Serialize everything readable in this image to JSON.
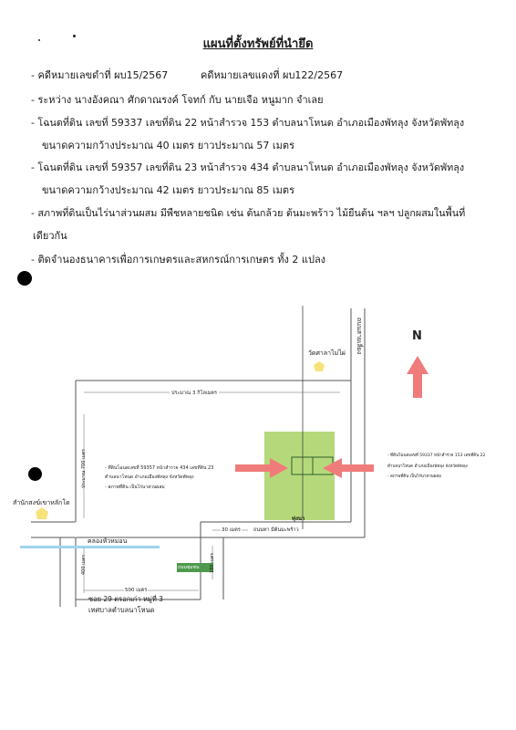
{
  "document": {
    "title": "แผนที่ตั้งทรัพย์ที่นำยึด",
    "case_black": "- คดีหมายเลขดำที่ ผบ15/2567",
    "case_red": "คดีหมายเลขแดงที่ ผบ122/2567",
    "parties": "- ระหว่าง นางอังคณา ศักดาณรงค์ โจทก์ กับ นายเจือ หนูมาก จำเลย",
    "deed1_line1": "- โฉนดที่ดิน เลขที่ 59337 เลขที่ดิน 22 หน้าสำรวจ 153 ตำบลนาโหนด อำเภอเมืองพัทลุง จังหวัดพัทลุง",
    "deed1_line2": "ขนาดความกว้างประมาณ 40 เมตร ยาวประมาณ 57 เมตร",
    "deed2_line1": "- โฉนดที่ดิน เลขที่ 59357 เลขที่ดิน 23 หน้าสำรวจ 434 ตำบลนาโหนด อำเภอเมืองพัทลุง จังหวัดพัทลุง",
    "deed2_line2": "ขนาดความกว้างประมาณ 42 เมตร ยาวประมาณ 85 เมตร",
    "condition_line1": "- สภาพที่ดินเป็นไร่นาส่วนผสม มีพืชหลายชนิด เช่น ต้นกล้วย ต้นมะพร้าว ไม้ยืนต้น ฯลฯ ปลูกผสมในพื้นที่",
    "condition_line2": "เดียวกัน",
    "mortgage": "- ติดจำนองธนาคารเพื่อการเกษตรและสหกรณ์การเกษตร ทั้ง 2 แปลง"
  },
  "map": {
    "north_label": "N",
    "temple": "วัดศาลาไม่ไผ่",
    "road_east": "ถนนสายเลี่ยง",
    "distance_top": "ประมาณ 3 กิโลเมตร",
    "distance_left": "ประมาณ 700 เมตร",
    "office": "สำนักสงฆ์เขาหลักโด",
    "canal": "คลองหัวหมอน",
    "dist_400": "400 เมตร",
    "dist_180": "180 เมตร",
    "dist_30": "30 เมตร",
    "dist_500": "500 เมตร",
    "road_label": "ถนนชุมชน",
    "road_edge": "ถนนทา มีต้นมะพร้าว",
    "rice_field": "ทุ่งนา",
    "soi": "ซอย 29 ตรอกเก่า หมู่ที่ 3",
    "municipality": "เทศบาลตำบลนาโหนด",
    "left_note_1": "- ที่ดินโฉนดเลขที่ 59357 หน้าสำรวจ 434 เลขที่ดิน 23",
    "left_note_2": "ตำบลนาโหนด อำเภอเมืองพัทลุง จังหวัดพัทลุง",
    "left_note_3": "- สภาพที่ดิน เป็นไร่นาสวนผสม",
    "right_note_1": "- ที่ดินโฉนดเลขที่ 59337 หน้าสำรวจ 153 เลขที่ดิน 22",
    "right_note_2": "ตำบลนาโหนด อำเภอเมืองพัทลุง จังหวัดพัทลุง",
    "right_note_3": "- สภาพที่ดิน เป็นไร่นาสวนผสม",
    "colors": {
      "parcel_fill": "#b5d97a",
      "arrow_red": "#f07b7b",
      "canal_blue": "#9fd4ee",
      "marker_yellow": "#f7e27a",
      "sign_green": "#4e9a4e"
    }
  }
}
